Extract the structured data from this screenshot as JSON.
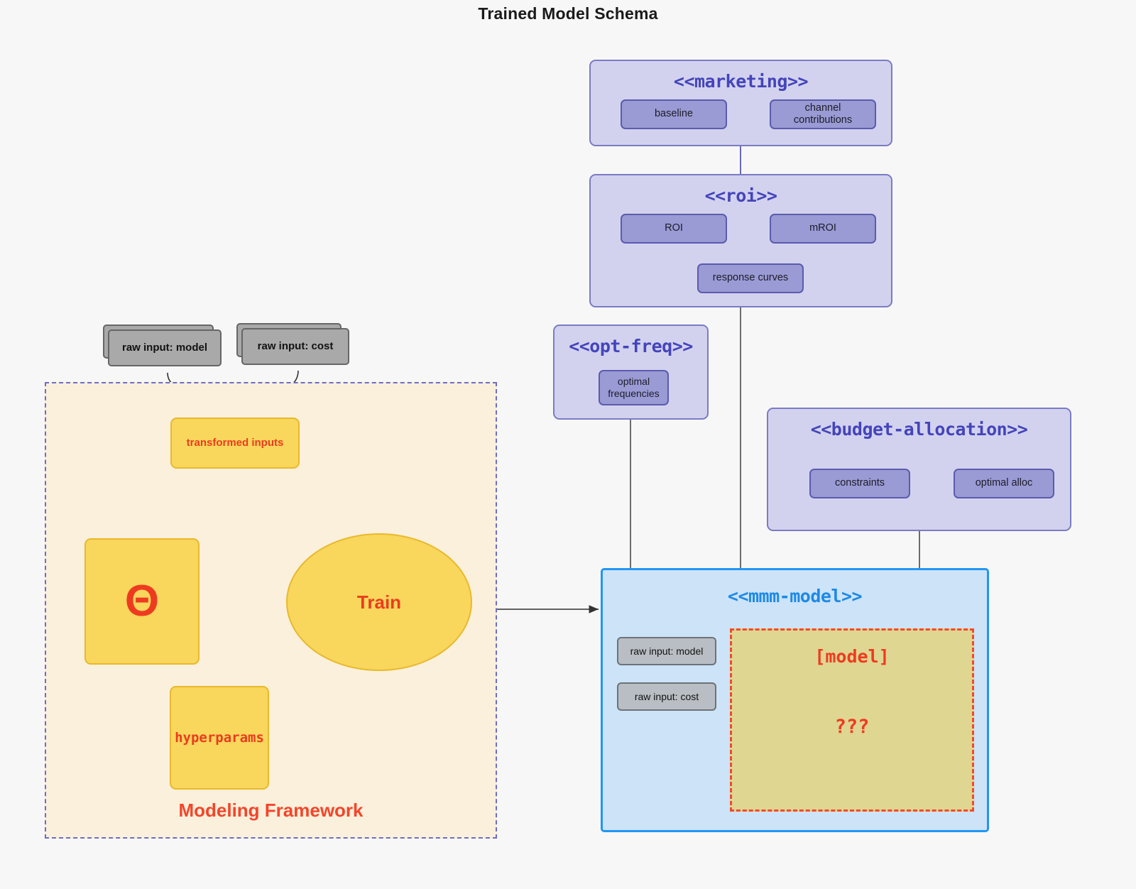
{
  "title": "Trained Model Schema",
  "colors": {
    "background": "#f7f7f7",
    "package_fill": "#d2d2ef",
    "package_border": "#7b7bc4",
    "package_title": "#4444bb",
    "node_purple_fill": "#9a9ad4",
    "node_purple_border": "#5b5bae",
    "node_grey_fill": "#a9a9a9",
    "node_grey_border": "#666666",
    "node_yellow_fill": "#f9d65c",
    "node_yellow_border": "#e8b92c",
    "accent_red": "#ee3b20",
    "framework_fill": "#faf0dc",
    "framework_border": "#6e6ec4",
    "mmm_fill": "#cde3f7",
    "mmm_border": "#2196f3",
    "mmm_title": "#1c8ae6",
    "model_box_fill": "#dfd691",
    "model_box_border": "#f4492b",
    "edge_grey": "#4a4a4a",
    "edge_red": "#ee3b20"
  },
  "framework": {
    "label": "Modeling Framework",
    "raw_inputs": [
      {
        "label": "raw input: model"
      },
      {
        "label": "raw input: cost"
      }
    ],
    "transformed_inputs": {
      "label": "transformed inputs"
    },
    "theta": {
      "label": "Θ"
    },
    "hyperparams": {
      "label": "hyperparams"
    },
    "train": {
      "label": "Train"
    }
  },
  "packages": {
    "marketing": {
      "title": "<<marketing>>",
      "nodes": [
        {
          "label": "baseline"
        },
        {
          "label": "channel contributions"
        }
      ]
    },
    "roi": {
      "title": "<<roi>>",
      "nodes": [
        {
          "label": "ROI"
        },
        {
          "label": "mROI"
        },
        {
          "label": "response curves"
        }
      ]
    },
    "opt_freq": {
      "title": "<<opt-freq>>",
      "nodes": [
        {
          "label": "optimal\nfrequencies",
          "line1": "optimal",
          "line2": "frequencies"
        }
      ]
    },
    "budget_allocation": {
      "title": "<<budget-allocation>>",
      "nodes": [
        {
          "label": "constraints"
        },
        {
          "label": "optimal alloc"
        }
      ]
    },
    "mmm_model": {
      "title": "<<mmm-model>>",
      "raw_inputs": [
        {
          "label": "raw input: model"
        },
        {
          "label": "raw input: cost"
        }
      ],
      "model_box": {
        "title": "[model]",
        "question": "???"
      }
    }
  }
}
